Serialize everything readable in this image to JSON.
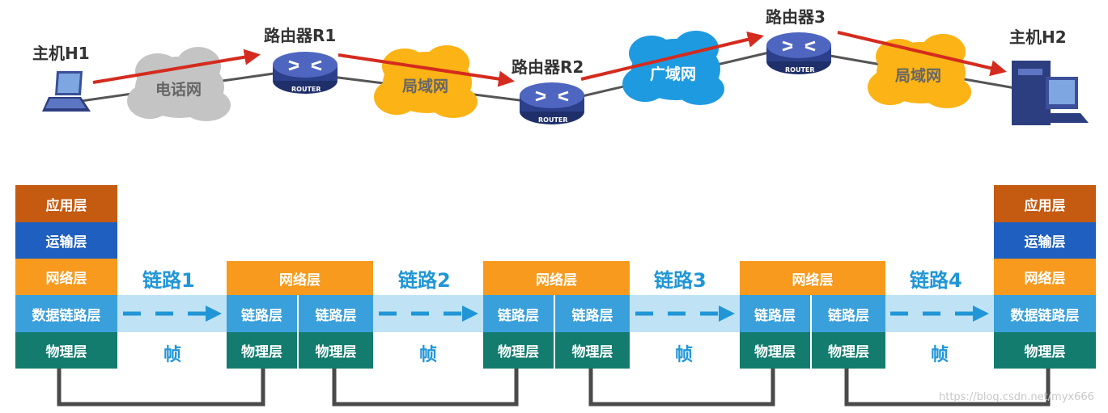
{
  "network": {
    "host1": "主机H1",
    "host2": "主机H2",
    "router1": "路由器R1",
    "router2": "路由器R2",
    "router3": "路由器3",
    "router_tag": "ROUTER",
    "clouds": {
      "phone": "电话网",
      "lan1": "局域网",
      "wan": "广域网",
      "lan2": "局域网"
    }
  },
  "stack": {
    "host_layers": {
      "app": "应用层",
      "transport": "运输层",
      "network": "网络层",
      "datalink": "数据链路层",
      "physical": "物理层"
    },
    "router_layers": {
      "network": "网络层",
      "link": "链路层",
      "physical": "物理层"
    },
    "links": [
      "链路1",
      "链路2",
      "链路3",
      "链路4"
    ],
    "frame": "帧"
  },
  "watermark": "https://blog.csdn.net/myx666",
  "colors": {
    "application": "#c55a11",
    "transport": "#1f5fbf",
    "network": "#f79a1e",
    "datalink": "#3aa0dc",
    "physical": "#137c6e",
    "arrow": "#d42b1e",
    "link_text": "#2196d6"
  }
}
